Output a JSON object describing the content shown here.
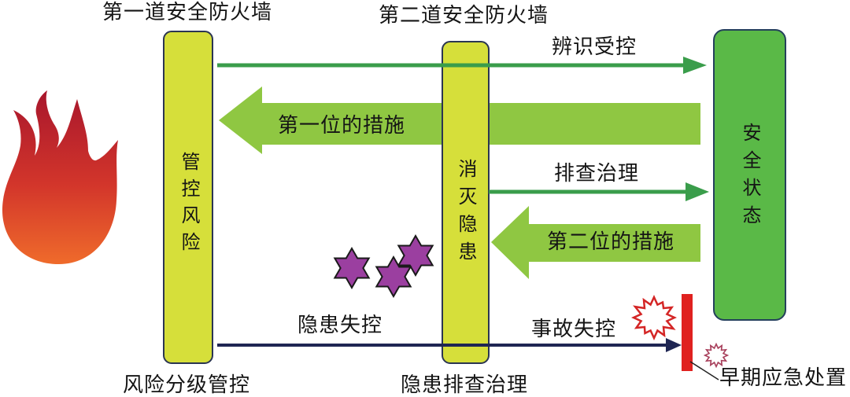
{
  "diagram": {
    "first_firewall": {
      "title": "第一道安全防火墙",
      "pillar_label": "管控风险",
      "bottom_label": "风险分级管控"
    },
    "second_firewall": {
      "title": "第二道安全防火墙",
      "pillar_label": "消灭隐患",
      "bottom_label": "隐患排查治理"
    },
    "safe_state": {
      "label": "安全状态"
    },
    "arrows": {
      "identify_control": "辨识受控",
      "first_measure": "第一位的措施",
      "investigate_govern": "排查治理",
      "second_measure": "第二位的措施",
      "hazard_out_of_control": "隐患失控",
      "accident_out_of_control": "事故失控"
    },
    "emergency": {
      "label": "早期应急处置"
    }
  },
  "icons": {
    "fire": "flame-icon",
    "hazards": "star-icon",
    "accident": "explosion-icon"
  },
  "colors": {
    "pillar": "#d6df3a",
    "safe_state": "#5ab947",
    "measure_arrow": "#8fc742",
    "control_line": "#3a9d4b",
    "hazard_line": "#1f2653",
    "accident_bar": "#e0211f",
    "hazard_star": "#9b3fa0",
    "flame_top": "#a8162c",
    "flame_middle": "#d3362b",
    "flame_bottom": "#ef6b2b"
  }
}
